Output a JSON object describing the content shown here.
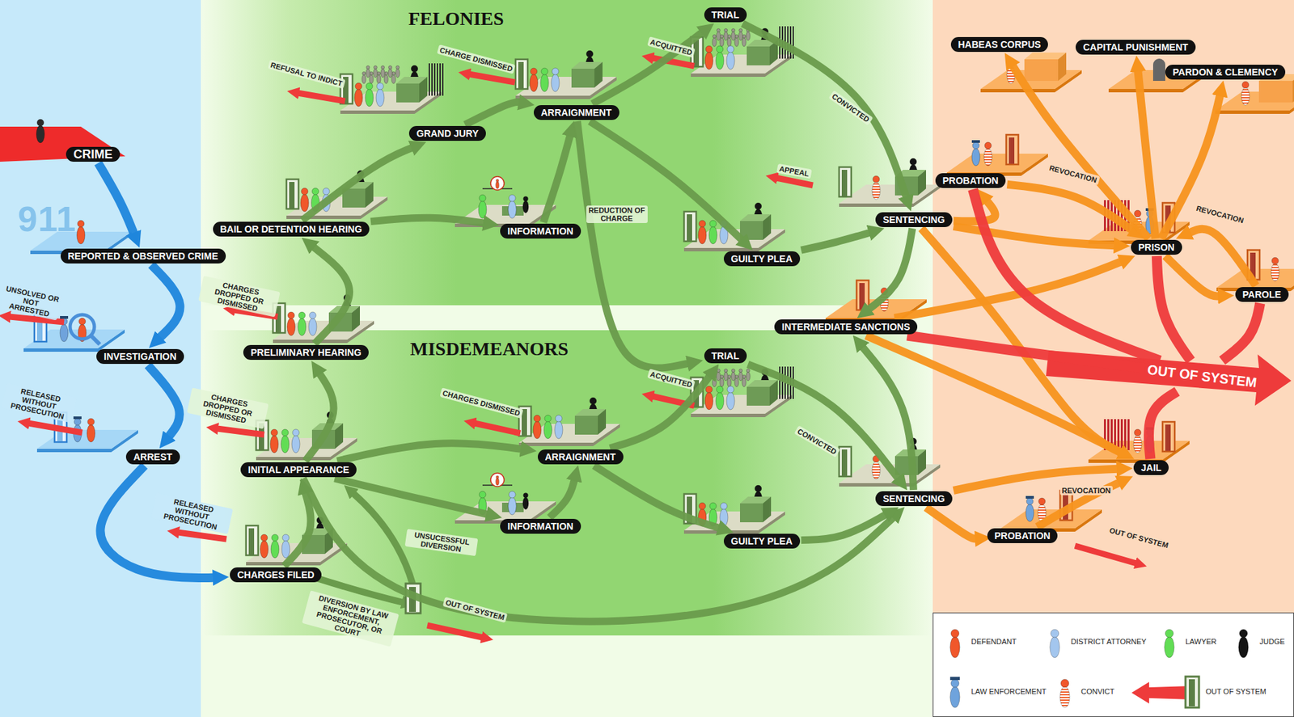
{
  "diagram": {
    "nodes": [
      {
        "text": [
          "CRIME"
        ]
      },
      {
        "text": [
          "REPORTED & OBSERVED CRIME"
        ]
      },
      {
        "text": [
          "INVESTIGATION"
        ]
      },
      {
        "text": [
          "ARREST"
        ]
      },
      {
        "text": [
          "CHARGES FILED"
        ]
      },
      {
        "text": [
          "INITIAL APPEARANCE"
        ]
      },
      {
        "text": [
          "PRELIMINARY HEARING"
        ]
      },
      {
        "text": [
          "BAIL OR DETENTION HEARING"
        ]
      },
      {
        "text": [
          "GRAND JURY"
        ]
      },
      {
        "text": [
          "INFORMATION"
        ]
      },
      {
        "text": [
          "ARRAIGNMENT"
        ]
      },
      {
        "text": [
          "TRIAL"
        ]
      },
      {
        "text": [
          "GUILTY PLEA"
        ]
      },
      {
        "text": [
          "SENTENCING"
        ]
      },
      {
        "text": [
          "INFORMATION"
        ]
      },
      {
        "text": [
          "ARRAIGNMENT"
        ]
      },
      {
        "text": [
          "TRIAL"
        ]
      },
      {
        "text": [
          "GUILTY PLEA"
        ]
      },
      {
        "text": [
          "SENTENCING"
        ]
      },
      {
        "text": [
          "INTERMEDIATE SANCTIONS"
        ]
      },
      {
        "text": [
          "PROBATION"
        ]
      },
      {
        "text": [
          "HABEAS CORPUS"
        ]
      },
      {
        "text": [
          "CAPITAL PUNISHMENT"
        ]
      },
      {
        "text": [
          "PARDON & CLEMENCY"
        ]
      },
      {
        "text": [
          "PRISON"
        ]
      },
      {
        "text": [
          "PAROLE"
        ]
      },
      {
        "text": [
          "OUT OF SYSTEM"
        ]
      },
      {
        "text": [
          "JAIL"
        ]
      },
      {
        "text": [
          "PROBATION"
        ]
      }
    ],
    "edges": [
      {
        "from": 0,
        "to": 1,
        "arrow": "to"
      },
      {
        "from": 1,
        "to": 2,
        "arrow": "to"
      },
      {
        "from": 2,
        "to": 3,
        "arrow": "to"
      },
      {
        "from": 3,
        "to": 4,
        "arrow": "to"
      },
      {
        "from": 4,
        "to": 5,
        "arrow": "to"
      },
      {
        "from": 5,
        "to": 6,
        "arrow": "to"
      },
      {
        "from": 6,
        "to": 7,
        "arrow": "to"
      },
      {
        "from": 7,
        "to": 8,
        "arrow": "to"
      },
      {
        "from": 7,
        "to": 9,
        "arrow": "to"
      },
      {
        "from": 8,
        "to": 10,
        "arrow": "to"
      },
      {
        "from": 9,
        "to": 10,
        "arrow": "to"
      },
      {
        "from": 10,
        "to": 11,
        "arrow": "to"
      },
      {
        "from": 10,
        "to": 12,
        "arrow": "to"
      },
      {
        "from": 10,
        "to": 16,
        "label": "REDUCTION OF CHARGE",
        "arrow": "to"
      },
      {
        "from": 11,
        "to": 13,
        "label": "CONVICTED",
        "arrow": "to"
      },
      {
        "from": 12,
        "to": 13,
        "arrow": "to"
      },
      {
        "from": 5,
        "to": 14,
        "arrow": "to"
      },
      {
        "from": 14,
        "to": 15,
        "arrow": "to"
      },
      {
        "from": 5,
        "to": 15,
        "arrow": "to"
      },
      {
        "from": 5,
        "to": 18,
        "arrow": "to"
      },
      {
        "from": 15,
        "to": 16,
        "arrow": "to"
      },
      {
        "from": 15,
        "to": 17,
        "arrow": "to"
      },
      {
        "from": 16,
        "to": 18,
        "label": "CONVICTED",
        "arrow": "to"
      },
      {
        "from": 17,
        "to": 18,
        "arrow": "to"
      },
      {
        "from": 13,
        "to": 19,
        "arrow": "to"
      },
      {
        "from": 18,
        "to": 19,
        "arrow": "to"
      },
      {
        "from": 13,
        "to": 20,
        "arrow": "to"
      },
      {
        "from": 13,
        "to": 24,
        "arrow": "to"
      },
      {
        "from": 13,
        "to": 27,
        "arrow": "to"
      },
      {
        "from": 19,
        "to": 24,
        "arrow": "to"
      },
      {
        "from": 19,
        "to": 27,
        "arrow": "to"
      },
      {
        "from": 18,
        "to": 27,
        "arrow": "to"
      },
      {
        "from": 18,
        "to": 28,
        "arrow": "to"
      },
      {
        "from": 20,
        "to": 24,
        "label": "REVOCATION",
        "arrow": "to"
      },
      {
        "from": 24,
        "to": 21,
        "arrow": "to"
      },
      {
        "from": 24,
        "to": 22,
        "arrow": "to"
      },
      {
        "from": 24,
        "to": 23,
        "arrow": "to"
      },
      {
        "from": 24,
        "to": 25,
        "arrow": "to"
      },
      {
        "from": 25,
        "to": 24,
        "label": "REVOCATION",
        "arrow": "to"
      },
      {
        "from": 28,
        "to": 27,
        "label": "REVOCATION",
        "arrow": "to"
      },
      {
        "from": 19,
        "to": 26,
        "arrow": "none"
      },
      {
        "from": 20,
        "to": 26,
        "arrow": "none"
      },
      {
        "from": 24,
        "to": 26,
        "arrow": "none"
      },
      {
        "from": 25,
        "to": 26,
        "arrow": "none"
      },
      {
        "from": 27,
        "to": 26,
        "arrow": "none"
      }
    ],
    "labels": [
      "911",
      "FELONIES",
      "MISDEMEANORS",
      "UNSOLVED OR NOT ARRESTED",
      "RELEASED WITHOUT PROSECUTION",
      "REFUSAL TO INDICT",
      "CHARGE DISMISSED",
      "ACQUITTED",
      "APPEAL",
      "CHARGES DROPPED OR DISMISSED",
      "CHARGES DROPPED OR DISMISSED",
      "CHARGES DISMISSED",
      "ACQUITTED",
      "RELEASED WITHOUT PROSECUTION",
      "UNSUCESSFUL DIVERSION",
      "DIVERSION BY LAW ENFORCEMENT, PROSECUTOR, OR COURT",
      "OUT OF SYSTEM",
      "OUT OF SYSTEM"
    ],
    "legend": [
      {
        "text": "DEFENDANT"
      },
      {
        "text": "DISTRICT ATTORNEY"
      },
      {
        "text": "LAWYER"
      },
      {
        "text": "JUDGE"
      },
      {
        "text": "LAW ENFORCEMENT"
      },
      {
        "text": "CONVICT"
      },
      {
        "text": "OUT OF SYSTEM"
      }
    ]
  }
}
